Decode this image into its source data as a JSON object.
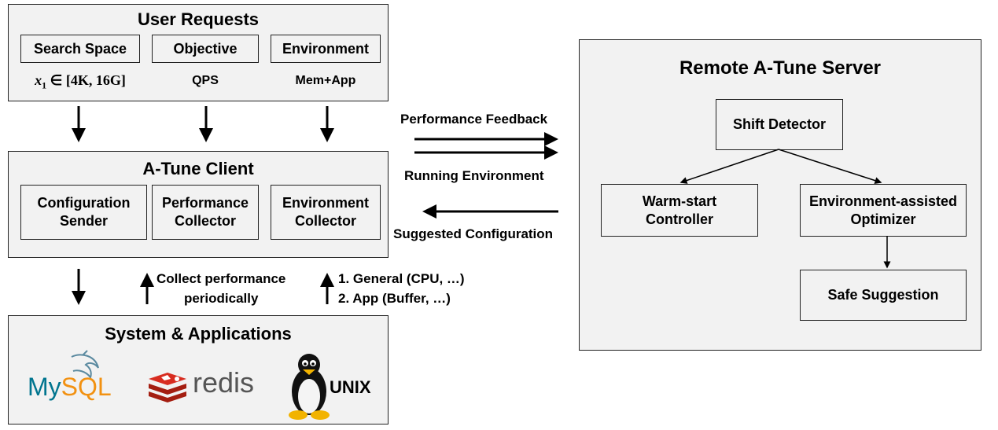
{
  "user_requests": {
    "title": "User Requests",
    "items": [
      {
        "label": "Search Space",
        "value_sym": "x",
        "value_sub": "1",
        "value_rest": " ∈ [4K, 16G]"
      },
      {
        "label": "Objective",
        "value": "QPS"
      },
      {
        "label": "Environment",
        "value": "Mem+App"
      }
    ]
  },
  "client": {
    "title": "A-Tune Client",
    "modules": [
      "Configuration\nSender",
      "Performance\nCollector",
      "Environment\nCollector"
    ]
  },
  "system": {
    "title": "System & Applications",
    "logos": {
      "mysql": "MySQL",
      "redis": "redis",
      "unix": "UNIX"
    }
  },
  "links": {
    "performance_feedback": "Performance Feedback",
    "running_environment": "Running Environment",
    "suggested_configuration": "Suggested Configuration",
    "collect_performance": "Collect performance\nperiodically",
    "env_list": "1. General (CPU, …)\n2. App (Buffer, …)"
  },
  "server": {
    "title": "Remote A-Tune Server",
    "shift_detector": "Shift Detector",
    "warm_start": "Warm-start\nController",
    "env_optimizer": "Environment-assisted\nOptimizer",
    "safe_suggestion": "Safe Suggestion"
  },
  "colors": {
    "box_fill": "#f2f2f2",
    "border": "#222222",
    "mysql_blue": "#00758f",
    "mysql_orange": "#f29111",
    "redis_red": "#d82c20",
    "redis_grey": "#555555"
  }
}
